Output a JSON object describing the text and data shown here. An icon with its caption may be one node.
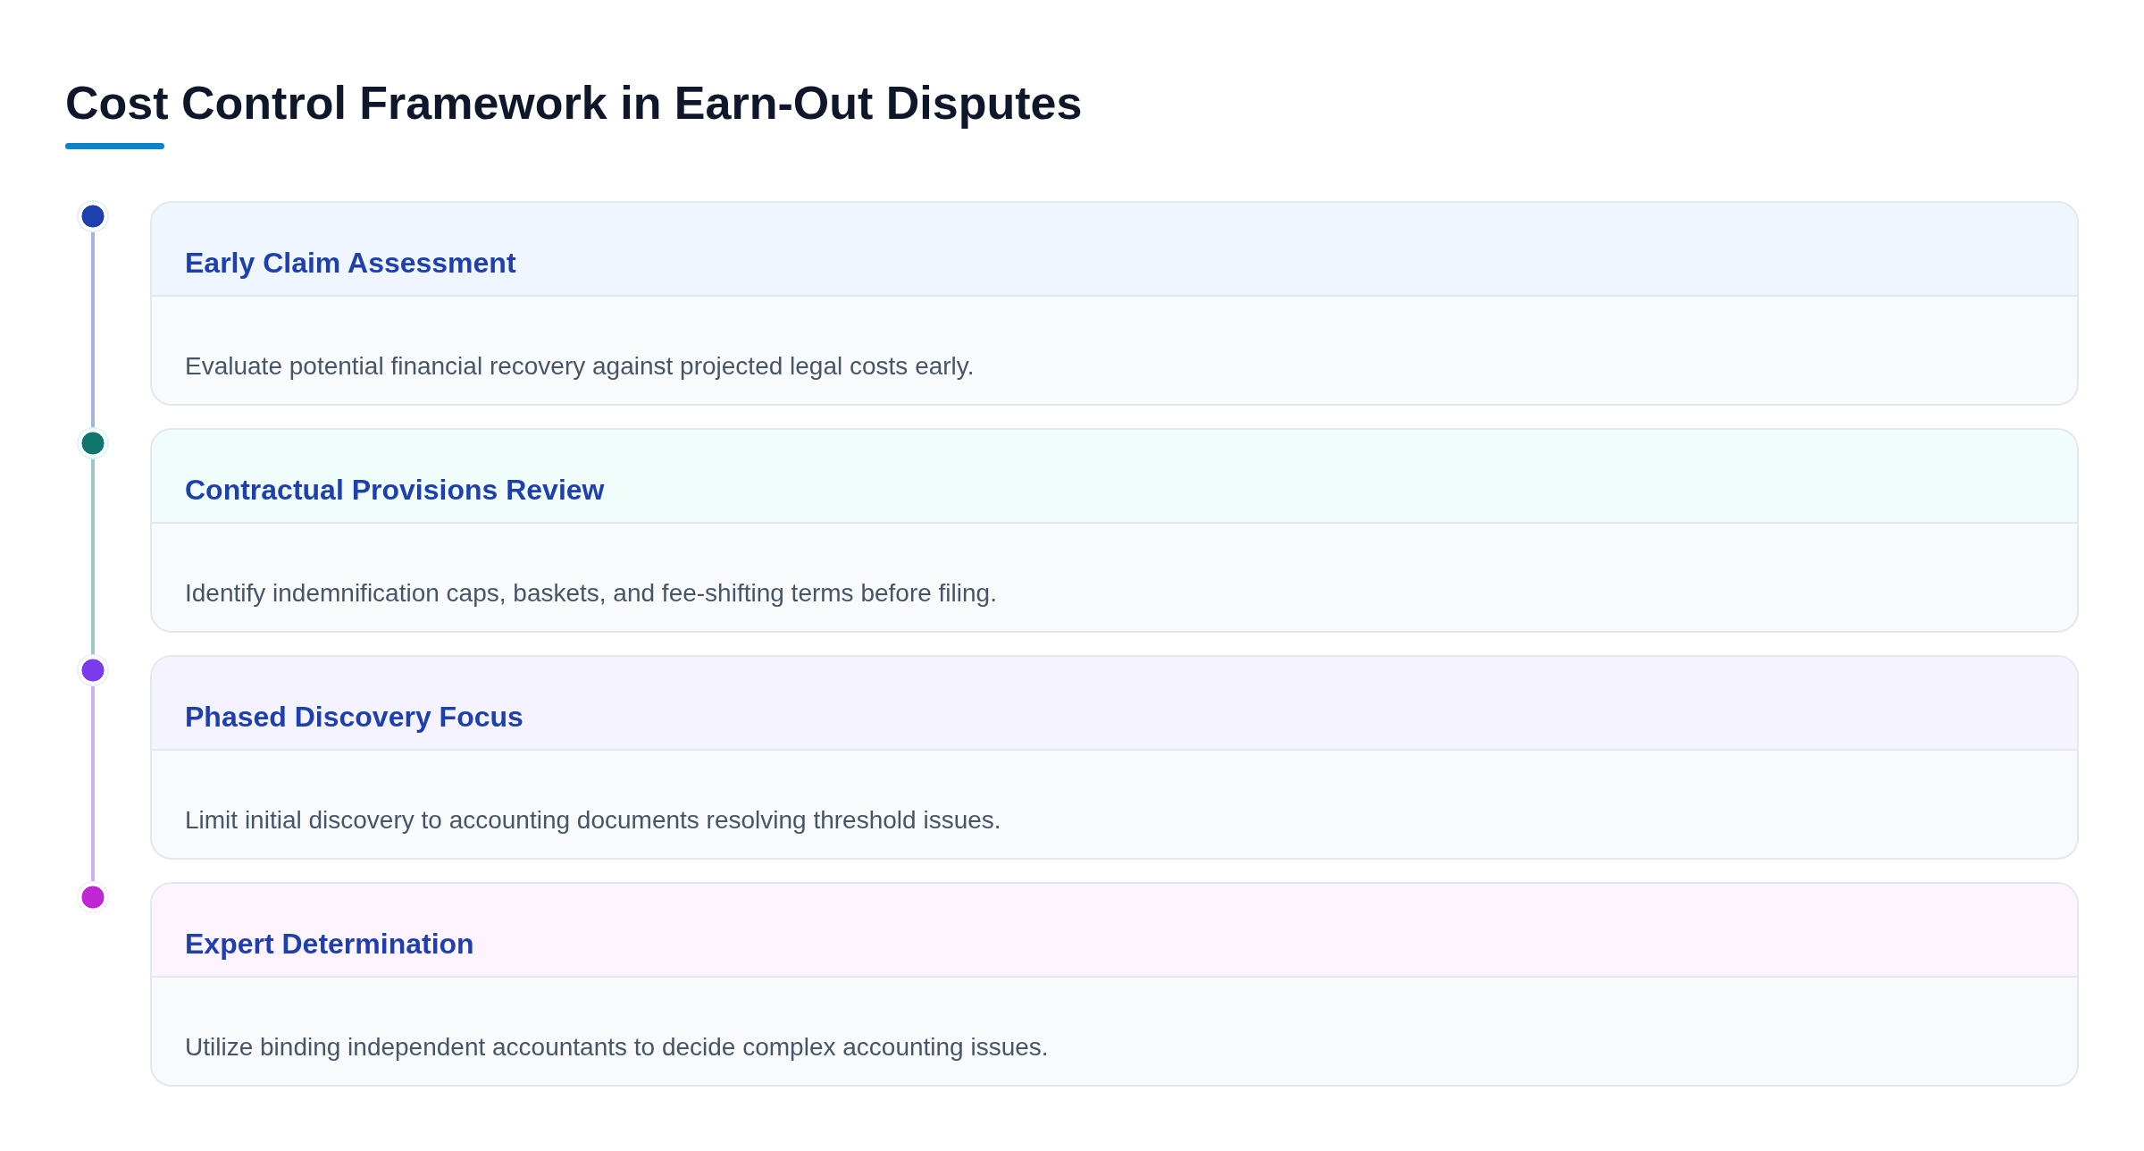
{
  "diagram": {
    "title": "Cost Control Framework in Earn-Out Disputes",
    "nodes": [
      {
        "text": [],
        "shape": "circle"
      },
      {
        "text": [
          "Early Claim Assessment",
          "Evaluate potential financial recovery against projected legal costs early."
        ]
      },
      {
        "text": [],
        "shape": "circle"
      },
      {
        "text": [
          "Contractual Provisions Review",
          "Identify indemnification caps, baskets, and fee-shifting terms before filing."
        ]
      },
      {
        "text": [],
        "shape": "circle"
      },
      {
        "text": [
          "Phased Discovery Focus",
          "Limit initial discovery to accounting documents resolving threshold issues."
        ]
      },
      {
        "text": [],
        "shape": "circle"
      },
      {
        "text": [
          "Expert Determination",
          "Utilize binding independent accountants to decide complex accounting issues."
        ]
      }
    ],
    "edges": [
      {
        "from": 0,
        "to": 2,
        "arrow": "none",
        "color": "#a5b3df"
      },
      {
        "from": 2,
        "to": 4,
        "arrow": "none",
        "color": "#9fc8c5"
      },
      {
        "from": 4,
        "to": 6,
        "arrow": "none",
        "color": "#cbb0f8"
      }
    ]
  }
}
